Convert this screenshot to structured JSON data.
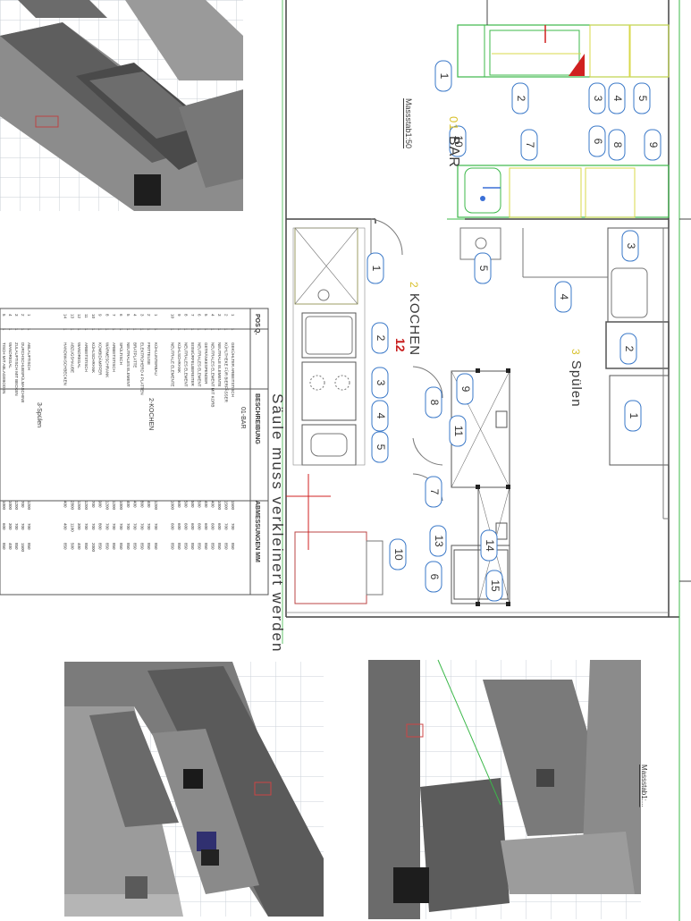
{
  "labels": {
    "scale_top": "Massstab1:50",
    "scale_bottom": "Massstab1:...",
    "bar_title": "BAR",
    "bar_num": "01",
    "kochen_title": "KOCHEN",
    "kochen_num": "2",
    "spuelen_title": "Spülen",
    "spuelen_num": "3",
    "note": "Säule muss verkleinert werden",
    "highlight_num": "12"
  },
  "bar_bubbles": [
    "1",
    "2",
    "3",
    "4",
    "5",
    "6",
    "7",
    "8",
    "9",
    "10"
  ],
  "kochen_bubbles": [
    "1",
    "2",
    "3",
    "4",
    "5",
    "6",
    "7",
    "8",
    "9",
    "10",
    "11",
    "13",
    "14",
    "15"
  ],
  "spuelen_bubbles": [
    "1",
    "2",
    "3",
    "4",
    "5"
  ],
  "table": {
    "headers": [
      "POS",
      "Q.",
      "BESCHREIBUNG",
      "ABMESSUNGEN MM"
    ],
    "section_bar": "01-BAR",
    "section_kochen": "2-KOCHEN",
    "section_spuelen": "3-Spülen",
    "rows_bar": [
      [
        "1",
        "1",
        "GEKÜHLTER ARBEITSTISCH",
        "1500",
        "700",
        "850"
      ],
      [
        "2",
        "1",
        "KÜHLTHEKE FÜR BIERFÄSSER",
        "1500",
        "700",
        "850"
      ],
      [
        "3",
        "1",
        "NEUTRALE ELEMENTE",
        "1000",
        "600",
        "850"
      ],
      [
        "4",
        "1",
        "NEUTRALES ELEMENT MIT KORB",
        "400",
        "600",
        "850"
      ],
      [
        "5",
        "1",
        "GETRÄNKESPENDER",
        "400",
        "600",
        "850"
      ],
      [
        "6",
        "1",
        "NEUTRALES ELEMENT",
        "500",
        "600",
        "850"
      ],
      [
        "7",
        "1",
        "EISWÜRFELBEREITER",
        "500",
        "600",
        "850"
      ],
      [
        "8",
        "1",
        "NEUTRALES ELEMENT",
        "500",
        "600",
        "850"
      ],
      [
        "9",
        "1",
        "KÜHLSCHRANK",
        "600",
        "600",
        "850"
      ],
      [
        "10",
        "1",
        "NEUTRALE ELEMENTE",
        "1000",
        "600",
        "850"
      ]
    ],
    "rows_kochen": [
      [
        "1",
        "1",
        "KÜHLUNTERBAU",
        "1200",
        "700",
        "850"
      ],
      [
        "2",
        "1",
        "FRITTEUSE",
        "400",
        "700",
        "850"
      ],
      [
        "3",
        "1",
        "ELEKTROHERD 4 PLATTEN",
        "800",
        "700",
        "850"
      ],
      [
        "4",
        "1",
        "BRATPLATTE",
        "400",
        "700",
        "850"
      ],
      [
        "5",
        "1",
        "NEUTRALES ELEMENT",
        "400",
        "700",
        "850"
      ],
      [
        "6",
        "1",
        "SPÜLTISCH",
        "1000",
        "700",
        "850"
      ],
      [
        "7",
        "1",
        "ARBEITSTISCH",
        "1200",
        "700",
        "850"
      ],
      [
        "8",
        "1",
        "WÄRMESCHRANK",
        "1200",
        "700",
        "850"
      ],
      [
        "9",
        "1",
        "KOMBIDÄMPFER",
        "900",
        "800",
        "850"
      ],
      [
        "10",
        "1",
        "KÜHLSCHRANK",
        "700",
        "700",
        "2000"
      ],
      [
        "11",
        "1",
        "ARBEITSTISCH",
        "1200",
        "700",
        "850"
      ],
      [
        "12",
        "1",
        "WANDREGAL",
        "1200",
        "300",
        "400"
      ],
      [
        "13",
        "1",
        "ABZUGSHAUBE",
        "2800",
        "1100",
        "500"
      ],
      [
        "14",
        "1",
        "HANDWASCHBECKEN",
        "400",
        "400",
        "850"
      ]
    ],
    "rows_spuelen": [
      [
        "1",
        "1",
        "ABLAUFTISCH",
        "1200",
        "700",
        "850"
      ],
      [
        "2",
        "1",
        "DURCHSCHUBSPÜLMASCHINE",
        "700",
        "700",
        "1500"
      ],
      [
        "3",
        "1",
        "ZULAUFTISCH MIT BECKEN",
        "1200",
        "700",
        "850"
      ],
      [
        "4",
        "1",
        "WANDREGAL",
        "1000",
        "300",
        "400"
      ],
      [
        "5",
        "1",
        "TISCH MIT ABLAGEBODEN",
        "1000",
        "600",
        "850"
      ]
    ]
  }
}
